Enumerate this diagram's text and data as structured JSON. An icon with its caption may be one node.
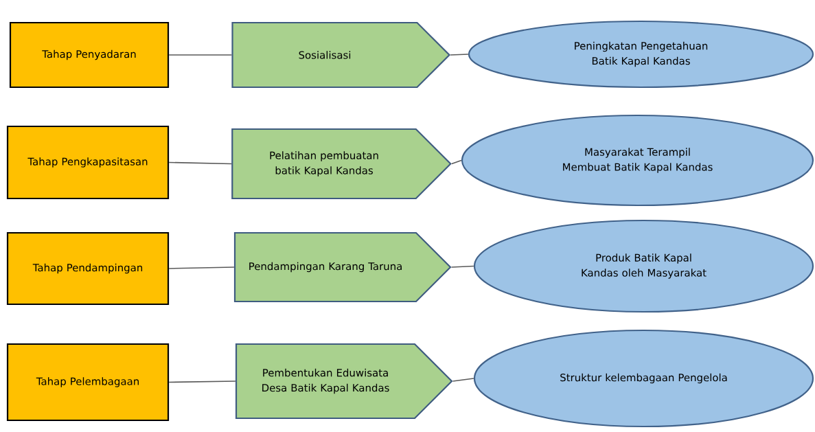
{
  "diagram": {
    "nodes": [
      {
        "text": [
          "Tahap Penyadaran"
        ]
      },
      {
        "text": [
          "Sosialisasi"
        ]
      },
      {
        "text": [
          "Peningkatan Pengetahuan Batik Kapal Kandas"
        ]
      },
      {
        "text": [
          "Tahap Pengkapasitasan"
        ]
      },
      {
        "text": [
          "Pelatihan pembuatan batik Kapal Kandas"
        ]
      },
      {
        "text": [
          "Masyarakat Terampil Membuat Batik Kapal Kandas"
        ]
      },
      {
        "text": [
          "Tahap Pendampingan"
        ]
      },
      {
        "text": [
          "Pendampingan Karang Taruna"
        ]
      },
      {
        "text": [
          "Produk Batik Kapal Kandas oleh Masyarakat"
        ]
      },
      {
        "text": [
          "Tahap Pelembagaan"
        ]
      },
      {
        "text": [
          "Pembentukan Eduwisata Desa Batik Kapal Kandas"
        ]
      },
      {
        "text": [
          "Struktur kelembagaan Pengelola"
        ]
      }
    ],
    "edges": [
      {
        "from": 0,
        "to": 1,
        "arrow": "none"
      },
      {
        "from": 1,
        "to": 2,
        "arrow": "none"
      },
      {
        "from": 3,
        "to": 4,
        "arrow": "none"
      },
      {
        "from": 4,
        "to": 5,
        "arrow": "none"
      },
      {
        "from": 6,
        "to": 7,
        "arrow": "none"
      },
      {
        "from": 7,
        "to": 8,
        "arrow": "none"
      },
      {
        "from": 9,
        "to": 10,
        "arrow": "none"
      },
      {
        "from": 10,
        "to": 11,
        "arrow": "none"
      }
    ]
  }
}
